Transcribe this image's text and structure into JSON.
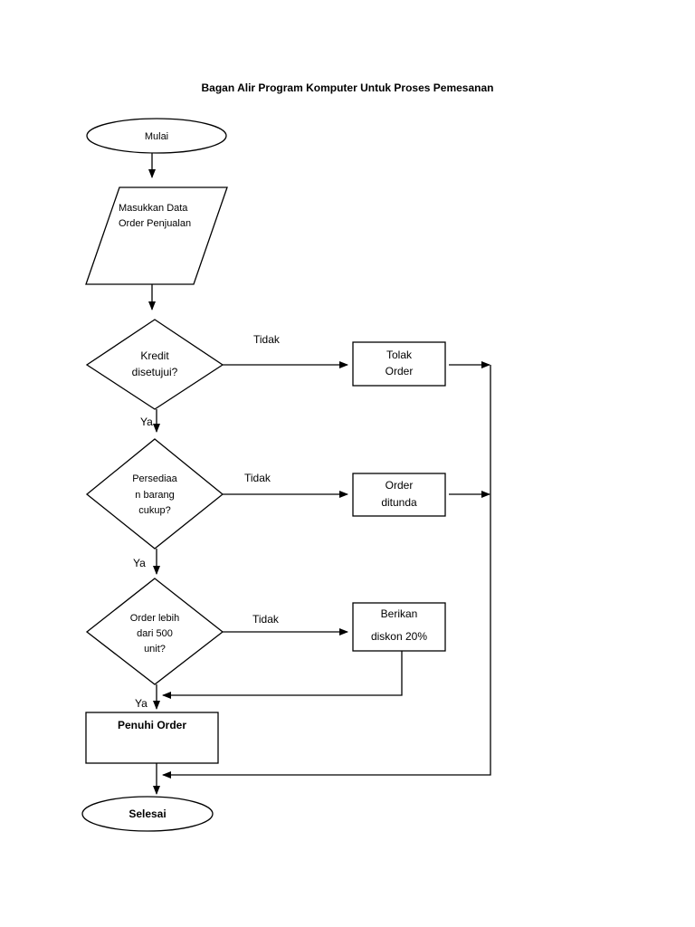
{
  "title": "Bagan Alir Program Komputer Untuk Proses Pemesanan",
  "nodes": {
    "start": "Mulai",
    "input": [
      "Masukkan Data",
      "Order Penjualan"
    ],
    "decision1": [
      "Kredit",
      "disetujui?"
    ],
    "decision2": [
      "Persediaa",
      "n barang",
      "cukup?"
    ],
    "decision3": [
      "Order lebih",
      "dari 500",
      "unit?"
    ],
    "reject": [
      "Tolak",
      "Order"
    ],
    "delay": [
      "Order",
      "ditunda"
    ],
    "discount": [
      "Berikan",
      "diskon 20%"
    ],
    "fulfill": "Penuhi Order",
    "end": "Selesai"
  },
  "edges": {
    "d1_no": "Tidak",
    "d1_yes": "Ya",
    "d2_no": "Tidak",
    "d2_yes": "Ya",
    "d3_no": "Tidak",
    "d3_yes": "Ya"
  },
  "colors": {
    "stroke": "#000000",
    "background": "#ffffff"
  }
}
